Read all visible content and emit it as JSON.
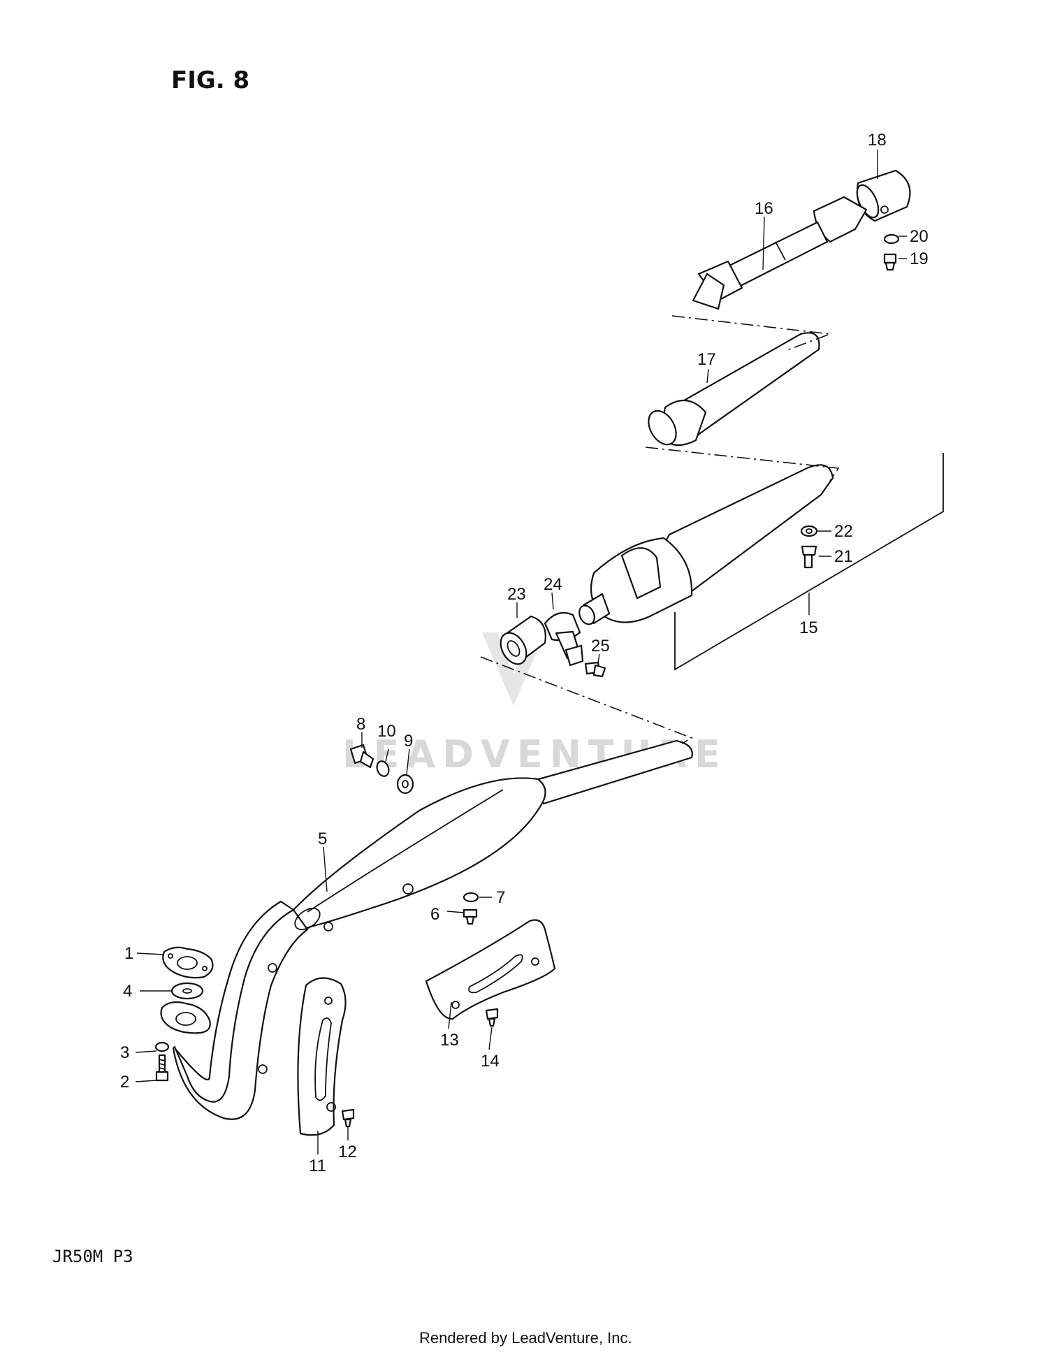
{
  "figure": {
    "title": "FIG. 8",
    "model_code": "JR50M P3"
  },
  "watermark": "LEADVENTURE",
  "footer": {
    "credit": "Rendered by LeadVenture, Inc."
  },
  "callouts": [
    "1",
    "2",
    "3",
    "4",
    "5",
    "6",
    "7",
    "8",
    "9",
    "10",
    "11",
    "12",
    "13",
    "14",
    "15",
    "16",
    "17",
    "18",
    "19",
    "20",
    "21",
    "22",
    "23",
    "24",
    "25"
  ]
}
